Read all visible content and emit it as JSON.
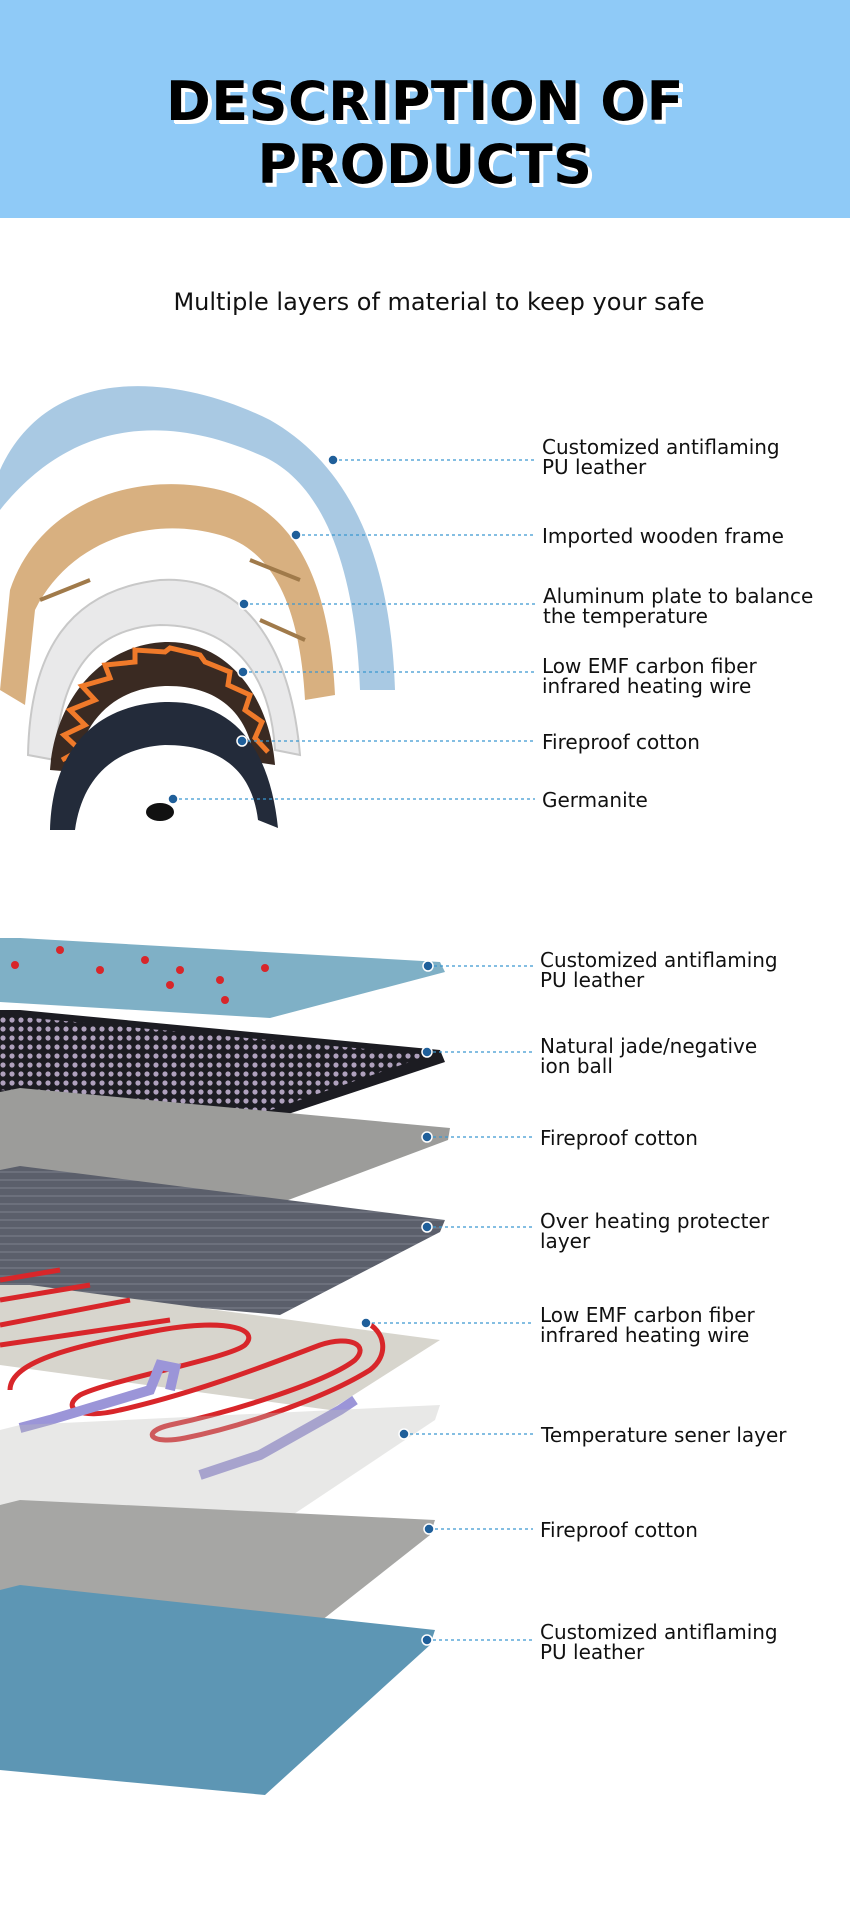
{
  "header": {
    "title": "DESCRIPTION OF PRODUCTS"
  },
  "subtitle": "Multiple layers of material to keep your safe",
  "colors": {
    "header_bg": "#8fcaf7",
    "leader": "#3a97d0",
    "dot": "#1f5f9a"
  },
  "cushion_layers": [
    {
      "line1": "Customized antiflaming",
      "line2": "PU leather"
    },
    {
      "line1": "Imported wooden frame",
      "line2": ""
    },
    {
      "line1": "Aluminum plate to balance",
      "line2": "the temperature"
    },
    {
      "line1": "Low EMF carbon fiber",
      "line2": "infrared heating wire"
    },
    {
      "line1": "Fireproof cotton",
      "line2": ""
    },
    {
      "line1": "Germanite",
      "line2": ""
    }
  ],
  "mat_layers": [
    {
      "line1": "Customized antiflaming",
      "line2": "PU leather"
    },
    {
      "line1": "Natural jade/negative",
      "line2": "ion ball"
    },
    {
      "line1": "Fireproof cotton",
      "line2": ""
    },
    {
      "line1": "Over heating protecter",
      "line2": "layer"
    },
    {
      "line1": "Low EMF carbon fiber",
      "line2": "infrared heating wire"
    },
    {
      "line1": "Temperature sener layer",
      "line2": ""
    },
    {
      "line1": "Fireproof cotton",
      "line2": ""
    },
    {
      "line1": "Customized antiflaming",
      "line2": "PU leather"
    }
  ]
}
